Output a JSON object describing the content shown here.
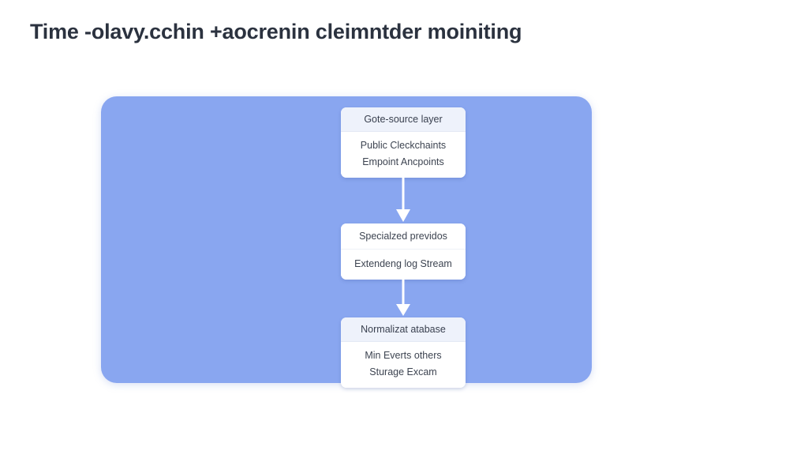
{
  "page": {
    "title": "Time -olavy.cchin +aocrenin cleimntder moiniting",
    "background_color": "#ffffff",
    "title_color": "#2b323f"
  },
  "diagram": {
    "panel_color": "#89a6f0",
    "card_background": "#ffffff",
    "card_header_background": "#eef2fb",
    "arrow_color": "#ffffff",
    "nodes": [
      {
        "header": "Gote-source layer",
        "lines": [
          "Public Cleckchaints",
          "Empoint Ancpoints"
        ]
      },
      {
        "header": "Specialzed previdos",
        "lines": [
          "Extendeng log Stream"
        ]
      },
      {
        "header": "Normalizat atabase",
        "lines": [
          "Min Everts others",
          "Sturage Excam"
        ]
      }
    ],
    "connectors": [
      {
        "name": "arrow-node1-to-node2",
        "direction": "down"
      },
      {
        "name": "arrow-node2-to-node3",
        "direction": "down"
      }
    ]
  }
}
